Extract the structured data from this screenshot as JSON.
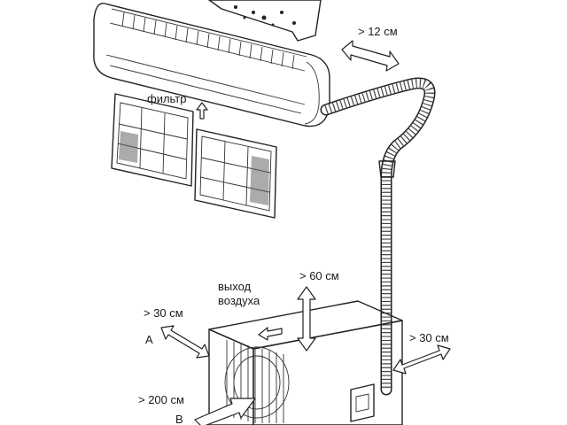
{
  "labels": {
    "filter": "фильтр",
    "gap_top_right": "> 12 см",
    "gap_top": "> 60 см",
    "air_outlet_1": "выход",
    "air_outlet_2": "воздуха",
    "gap_left": "> 30 см",
    "gap_right": "> 30 см",
    "gap_front": "> 200 см",
    "point_a": "A",
    "point_b": "B"
  }
}
